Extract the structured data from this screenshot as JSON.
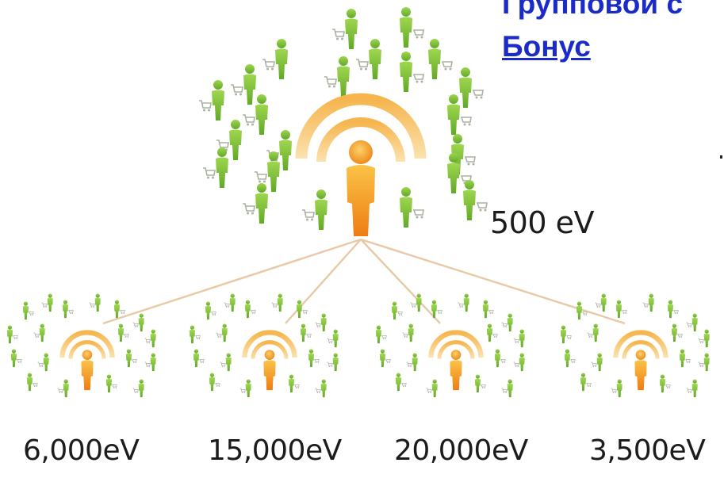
{
  "title": {
    "line1": "Групповой с",
    "line2": "Бонус"
  },
  "root": {
    "amount": "500 eV"
  },
  "branches": [
    {
      "amount": "6,000eV"
    },
    {
      "amount": "15,000eV"
    },
    {
      "amount": "20,000eV"
    },
    {
      "amount": "3,500eV"
    }
  ],
  "colors": {
    "title": "#1a2bc8",
    "person_orange": "#f08c1e",
    "person_light": "#fbc347",
    "member_green": "#7dc23a",
    "arc_orange": "#f4a43a",
    "connector": "#e8c9a6",
    "text": "#1c1c1c"
  },
  "icons": [
    "sponsor-person-icon",
    "signal-arc-icon",
    "member-person-icon",
    "shopping-cart-icon"
  ]
}
